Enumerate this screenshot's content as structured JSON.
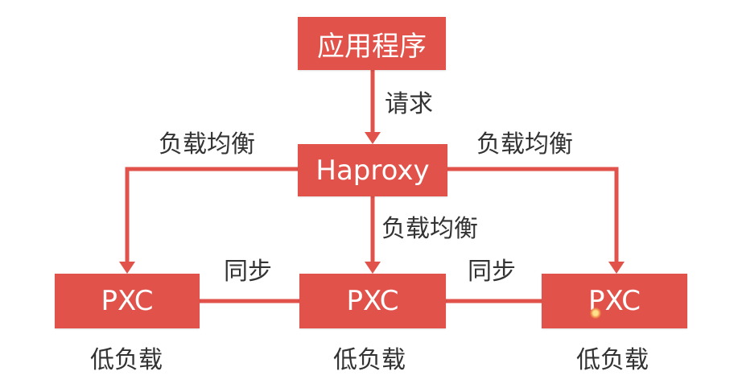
{
  "colors": {
    "node_fill": "#e0524a",
    "connector": "#e0524a",
    "text": "#333333",
    "node_text": "#ffffff"
  },
  "nodes": {
    "app": "应用程序",
    "haproxy": "Haproxy",
    "pxc_left": "PXC",
    "pxc_mid": "PXC",
    "pxc_right": "PXC"
  },
  "labels": {
    "request": "请求",
    "lb_left": "负载均衡",
    "lb_right": "负载均衡",
    "lb_mid": "负载均衡",
    "sync_left": "同步",
    "sync_right": "同步",
    "load_left": "低负载",
    "load_mid": "低负载",
    "load_right": "低负载"
  }
}
